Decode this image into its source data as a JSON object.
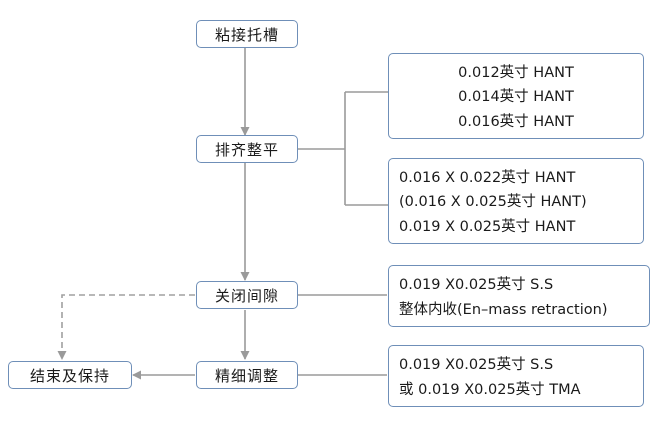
{
  "steps": {
    "bond_brackets": "粘接托槽",
    "level_align": "排齐整平",
    "space_closure": "关闭间隙",
    "finishing": "精细调整",
    "end_retention": "结束及保持"
  },
  "notes": {
    "leveling_top": [
      "0.012英寸 HANT",
      "0.014英寸 HANT",
      "0.016英寸 HANT"
    ],
    "leveling_bottom": [
      "0.016 X 0.022英寸 HANT",
      "(0.016 X 0.025英寸 HANT)",
      "0.019 X 0.025英寸 HANT"
    ],
    "space_closure": [
      "0.019 X0.025英寸 S.S",
      "整体内收(En–mass retraction)"
    ],
    "finishing": [
      "0.019 X0.025英寸 S.S",
      "或 0.019 X0.025英寸 TMA"
    ]
  },
  "colors": {
    "border": "#6f8fb8",
    "arrow": "#9a9a9a",
    "dashed": "#a0a0a0"
  }
}
